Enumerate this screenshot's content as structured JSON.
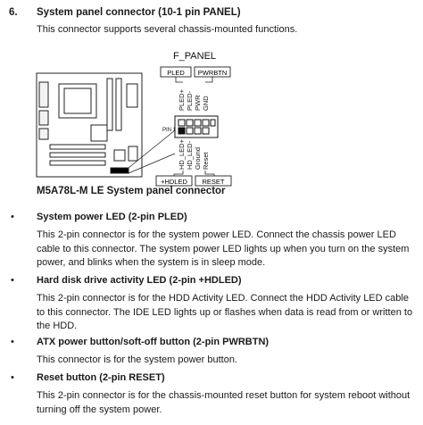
{
  "section": {
    "number": "6.",
    "title": "System panel connector (10-1 pin PANEL)",
    "description": "This connector supports several chassis-mounted functions."
  },
  "figure": {
    "connector_name": "F_PANEL",
    "top_labels": [
      "PLED",
      "PWRBTN"
    ],
    "top_pins": [
      "PLED+",
      "PLED-",
      "PWR",
      "GND"
    ],
    "pin1_label": "PIN 1",
    "bottom_pins": [
      "HD_LED+",
      "HD_LED-",
      "Ground",
      "Reset"
    ],
    "bottom_labels": [
      "+HDLED",
      "RESET"
    ],
    "caption": "M5A78L-M LE System panel connector"
  },
  "items": [
    {
      "bullet": "•",
      "title": "System power LED (2-pin PLED)",
      "body": "This 2-pin connector is for the system power LED. Connect the chassis power LED cable to this connector. The system power LED lights up when you turn on the system power, and blinks when the system is in sleep mode."
    },
    {
      "bullet": "•",
      "title": "Hard disk drive activity LED (2-pin +HDLED)",
      "body": "This 2-pin connector is for the HDD Activity LED. Connect the HDD Activity LED cable to this connector. The IDE LED lights up or flashes when data is read from or written to the HDD."
    },
    {
      "bullet": "•",
      "title": "ATX power button/soft-off button (2-pin PWRBTN)",
      "body": "This connector is for the system power button."
    },
    {
      "bullet": "•",
      "title": "Reset button (2-pin RESET)",
      "body": "This 2-pin connector is for the chassis-mounted reset button for system reboot without turning off the system power."
    }
  ]
}
